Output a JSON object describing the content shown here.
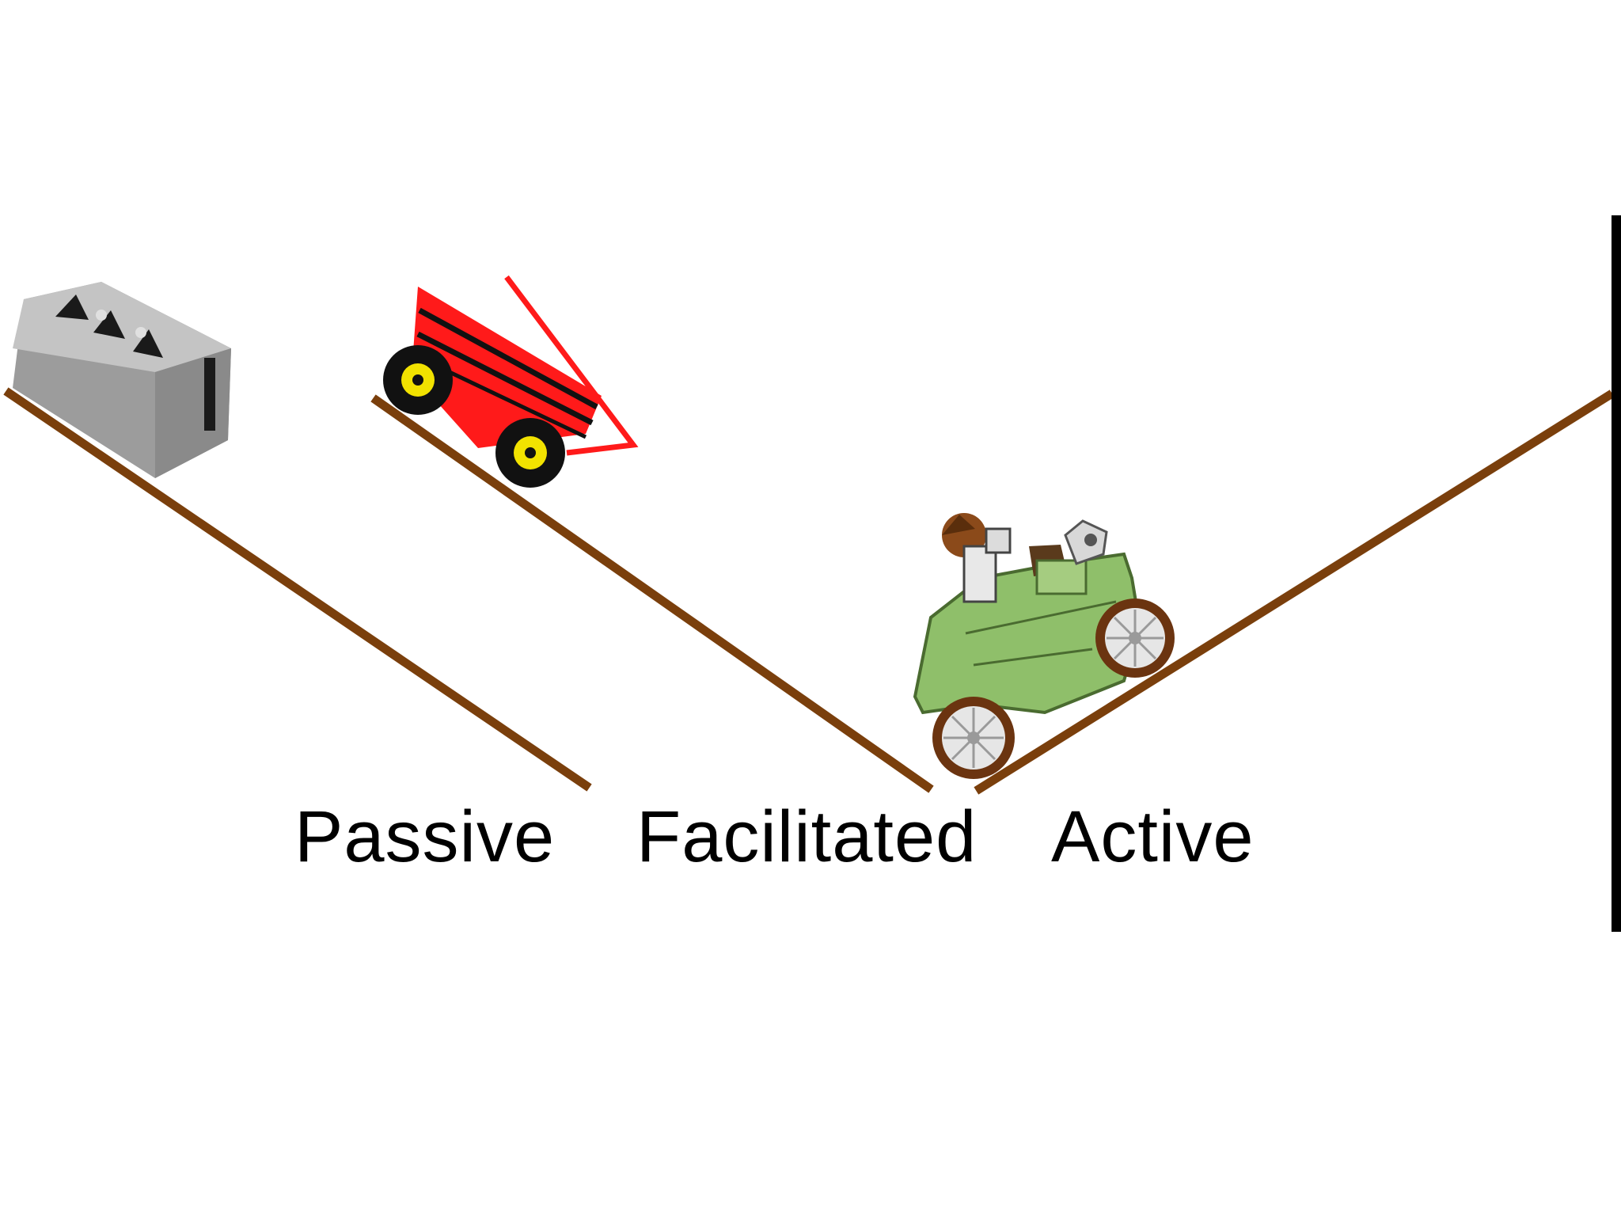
{
  "labels": {
    "passive": "Passive",
    "facilitated": "Facilitated",
    "active": "Active"
  },
  "colors": {
    "ramp": "#7a3f0c",
    "block": "#a9a9a9",
    "wagon": "#ff1a1a",
    "car": "#8fbf6a",
    "wheel_hub": "#f2e200",
    "wheel_rim": "#6b3410",
    "text": "#000000"
  },
  "icons": {
    "block": "concrete-block-icon",
    "wagon": "red-wagon-icon",
    "car": "vintage-car-icon"
  }
}
